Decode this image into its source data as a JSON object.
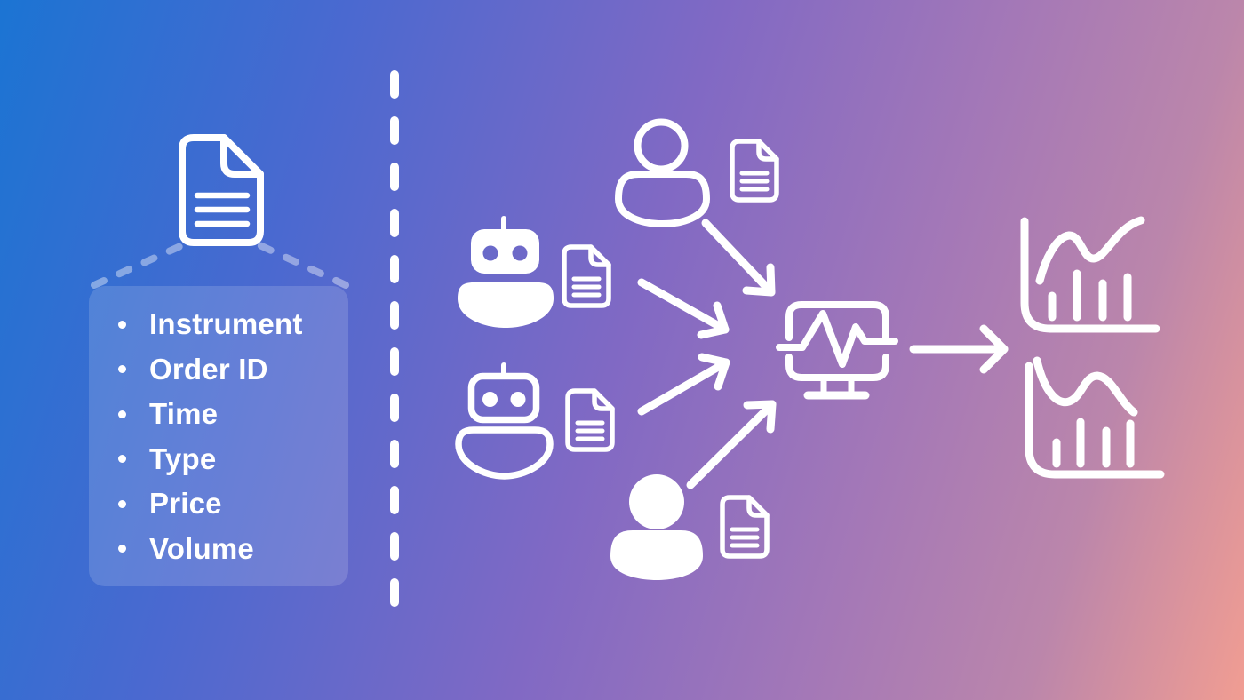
{
  "title": "Trade data sources flow diagram",
  "colors": {
    "gradient_top_left": "#1b74d3",
    "gradient_middle": "#8169c4",
    "gradient_bottom_right": "#f19d92",
    "foreground": "#ffffff",
    "card_background": "rgba(255,255,255,0.15)",
    "roof_dashes": "rgba(255,255,255,0.40)"
  },
  "fields_card": {
    "items": [
      "Instrument",
      "Order ID",
      "Time",
      "Type",
      "Price",
      "Volume"
    ]
  },
  "diagram": {
    "left_icon": "document-icon",
    "divider": "vertical-dashed-line",
    "sources": [
      {
        "icon": "person-outline-icon",
        "attachment": "document-icon"
      },
      {
        "icon": "robot-filled-icon",
        "attachment": "document-icon"
      },
      {
        "icon": "robot-outline-icon",
        "attachment": "document-icon"
      },
      {
        "icon": "person-filled-icon",
        "attachment": "document-icon"
      }
    ],
    "processor": {
      "icon": "monitor-pulse-icon"
    },
    "flow": "four sources -> arrows -> monitor -> arrow -> two charts",
    "outputs": [
      {
        "icon": "line-and-bar-chart-icon"
      },
      {
        "icon": "line-and-bar-chart-icon"
      }
    ]
  }
}
